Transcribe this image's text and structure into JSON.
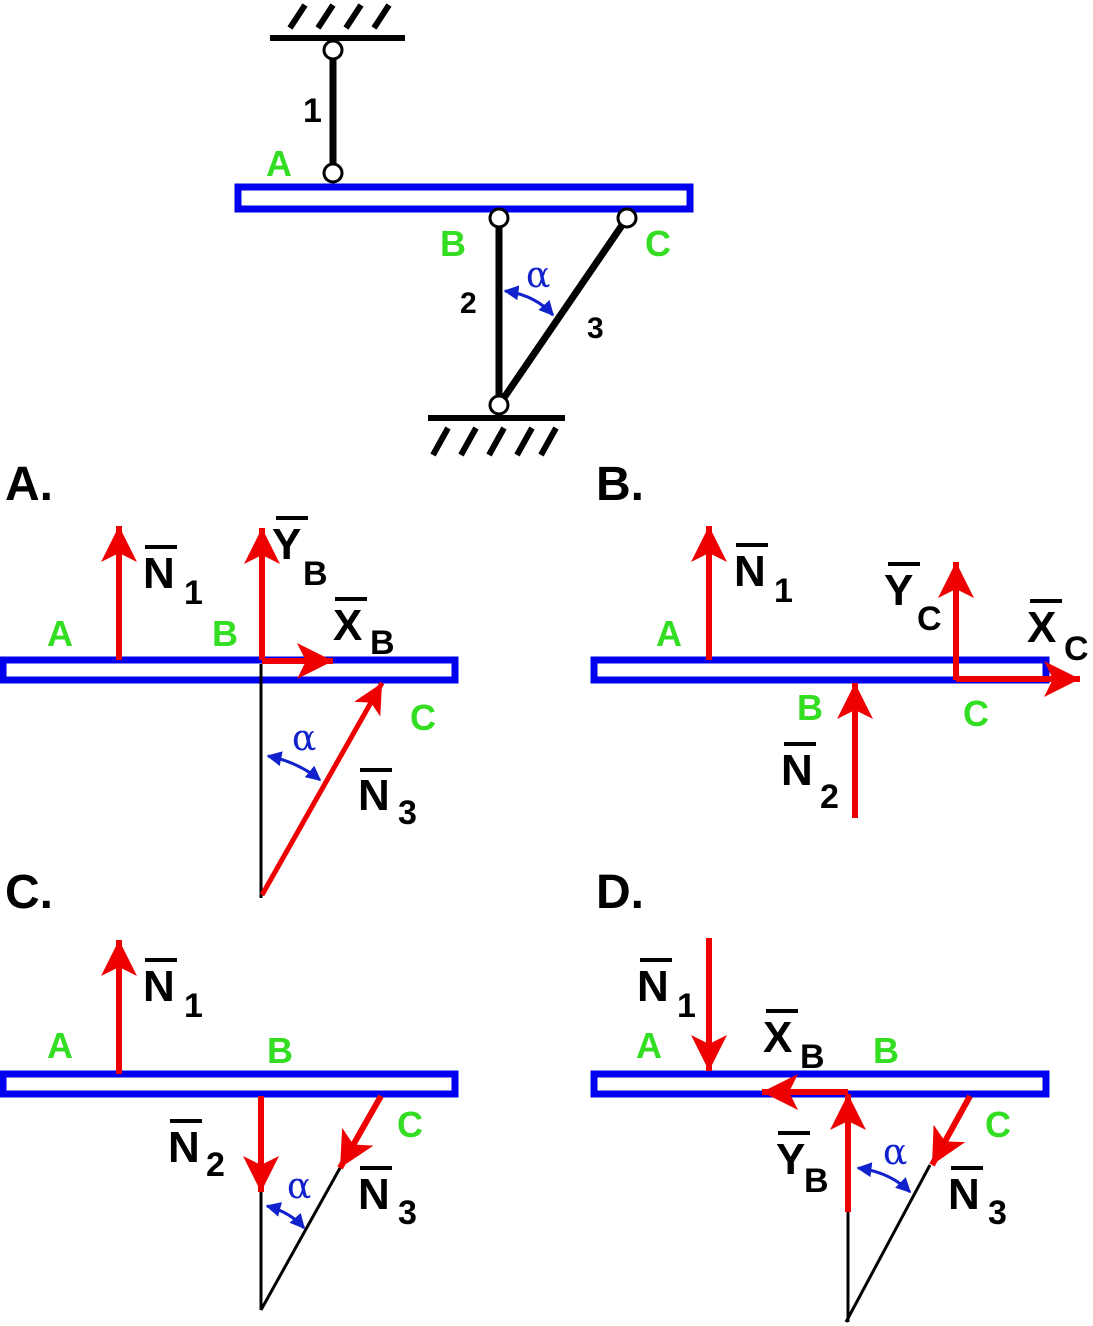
{
  "colors": {
    "beam": "#0000ee",
    "force": "#ee0000",
    "point_label": "#33dd22",
    "angle": "#1122cc",
    "structure": "#000000"
  },
  "top": {
    "rod_1": "1",
    "rod_2": "2",
    "rod_3": "3",
    "point_a": "A",
    "point_b": "B",
    "point_c": "C",
    "angle": "α"
  },
  "panel_a": {
    "title": "A.",
    "point_a": "A",
    "point_b": "B",
    "point_c": "C",
    "angle": "α",
    "n1": "N",
    "n1_sub": "1",
    "yb": "Y",
    "yb_sub": "B",
    "xb": "X",
    "xb_sub": "B",
    "n3": "N",
    "n3_sub": "3"
  },
  "panel_b": {
    "title": "B.",
    "point_a": "A",
    "point_b": "B",
    "point_c": "C",
    "n1": "N",
    "n1_sub": "1",
    "yc": "Y",
    "yc_sub": "C",
    "xc": "X",
    "xc_sub": "C",
    "n2": "N",
    "n2_sub": "2"
  },
  "panel_c": {
    "title": "C.",
    "point_a": "A",
    "point_b": "B",
    "point_c": "C",
    "angle": "α",
    "n1": "N",
    "n1_sub": "1",
    "n2": "N",
    "n2_sub": "2",
    "n3": "N",
    "n3_sub": "3"
  },
  "panel_d": {
    "title": "D.",
    "point_a": "A",
    "point_b": "B",
    "point_c": "C",
    "angle": "α",
    "n1": "N",
    "n1_sub": "1",
    "xb": "X",
    "xb_sub": "B",
    "yb": "Y",
    "yb_sub": "B",
    "n3": "N",
    "n3_sub": "3"
  }
}
